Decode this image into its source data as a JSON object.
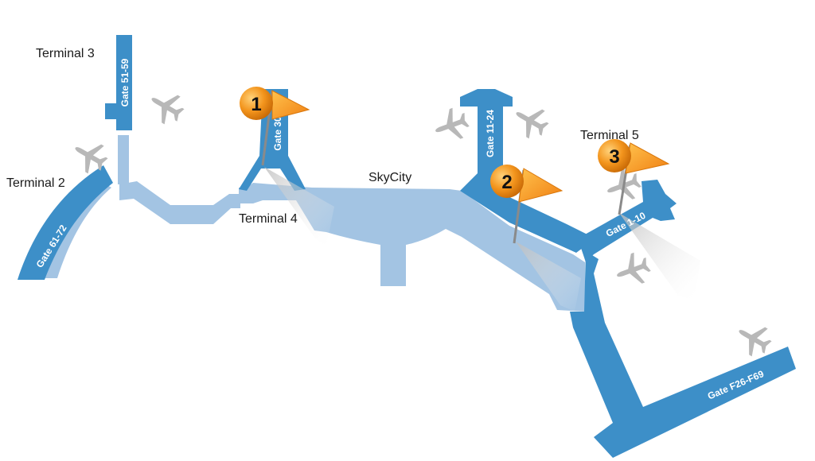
{
  "colors": {
    "gate_pier": "#3d8fc8",
    "walkway": "#a3c4e3",
    "airplane": "#b8b8b8",
    "pin_orange": "#f3951d",
    "pin_number": "#111111",
    "background": "#ffffff"
  },
  "terminals": {
    "t2": "Terminal 2",
    "t3": "Terminal 3",
    "t4": "Terminal 4",
    "t5": "Terminal 5",
    "skycity": "SkyCity"
  },
  "gates": {
    "g61_72": "Gate 61-72",
    "g51_59": "Gate 51-59",
    "g30": "Gate 30",
    "g11_24": "Gate 11-24",
    "g1_10": "Gate 1-10",
    "gF26_F69": "Gate F26-F69"
  },
  "pins": [
    {
      "number": "1"
    },
    {
      "number": "2"
    },
    {
      "number": "3"
    }
  ],
  "icons": {
    "airplane": "airplane-icon",
    "pin": "flag-pin-icon"
  }
}
